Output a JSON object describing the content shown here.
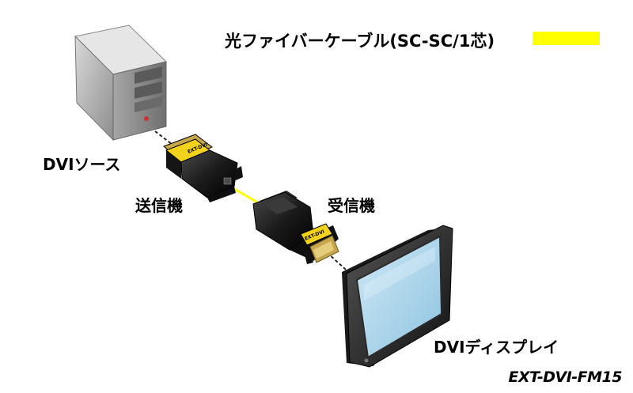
{
  "legend": {
    "label": "光ファイバーケーブル(SC-SC/1芯)",
    "color": "#ffff00"
  },
  "labels": {
    "source": "DVIソース",
    "transmitter": "送信機",
    "receiver": "受信機",
    "display": "DVIディスプレイ",
    "model": "EXT-DVI-FM15"
  },
  "device_tag": "EXT-DVI",
  "colors": {
    "cable_dash": "#222222",
    "fiber": "#ffff00",
    "tower": "#b9b9b9",
    "device_body": "#1c1c1c",
    "tag": "#f2d21a",
    "dvi_plug": "#c8a650",
    "monitor_frame": "#2a2a2a",
    "screen": "#a9d3ea"
  }
}
